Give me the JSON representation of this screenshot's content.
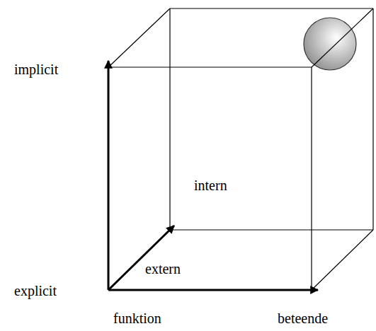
{
  "diagram": {
    "labels": [
      "implicit",
      "intern",
      "extern",
      "explicit",
      "funktion",
      "beteende"
    ]
  }
}
